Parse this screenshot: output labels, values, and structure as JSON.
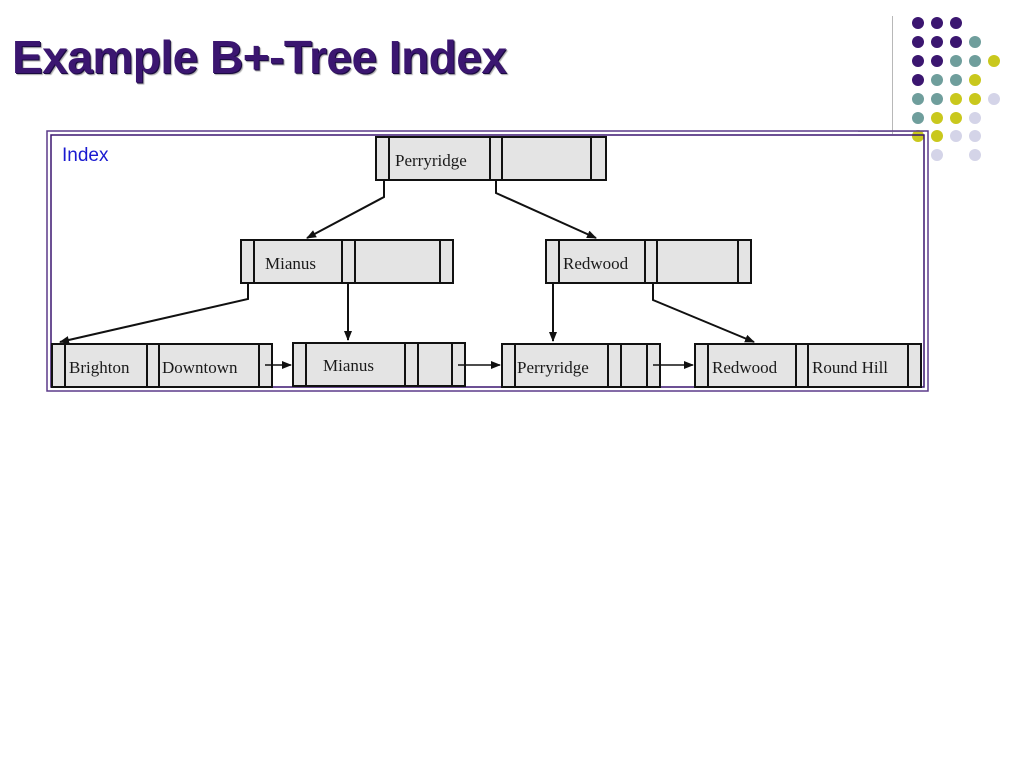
{
  "slide": {
    "title": "Example B+-Tree Index",
    "colors": {
      "title": "#3b1670",
      "dark_purple": "#3b1670",
      "teal": "#6f9e9c",
      "yellow_green": "#c9c81d",
      "lavender": "#d4d4e8",
      "frame_purple": "#5b3a8a",
      "index_label": "#1a1ad0",
      "node_fill": "#e4e4e4"
    }
  },
  "diagram": {
    "label": "Index",
    "root": {
      "keys": [
        "Perryridge",
        ""
      ]
    },
    "internal": [
      {
        "keys": [
          "Mianus",
          ""
        ]
      },
      {
        "keys": [
          "Redwood",
          ""
        ]
      }
    ],
    "leaves": [
      {
        "keys": [
          "Brighton",
          "Downtown"
        ]
      },
      {
        "keys": [
          "Mianus",
          ""
        ]
      },
      {
        "keys": [
          "Perryridge",
          ""
        ]
      },
      {
        "keys": [
          "Redwood",
          "Round Hill"
        ]
      }
    ]
  }
}
